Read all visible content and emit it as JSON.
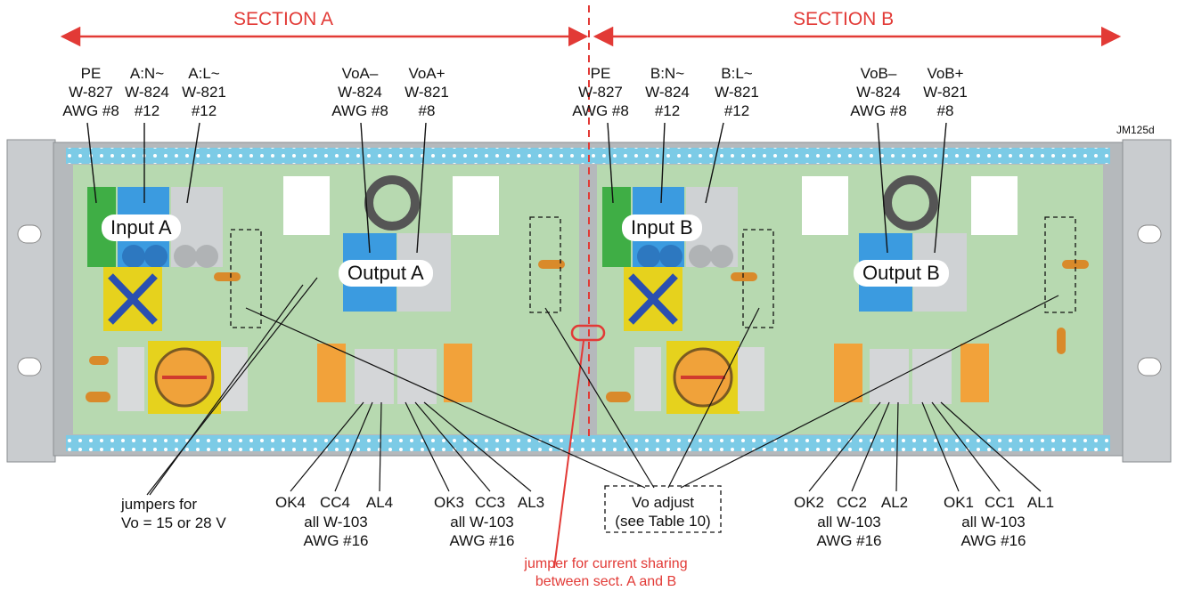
{
  "diagram": {
    "sections": {
      "a": "SECTION A",
      "b": "SECTION B"
    },
    "drawing_id": "JM125d",
    "top_labels": [
      {
        "id": "pe-a",
        "text": "PE\nW-827\nAWG #8"
      },
      {
        "id": "an-a",
        "text": "A:N~\nW-824\n#12"
      },
      {
        "id": "al-a",
        "text": "A:L~\nW-821\n#12"
      },
      {
        "id": "vom-a",
        "text": "VoA–\nW-824\nAWG #8"
      },
      {
        "id": "vop-a",
        "text": "VoA+\nW-821\n#8"
      },
      {
        "id": "pe-b",
        "text": "PE\nW-827\nAWG #8"
      },
      {
        "id": "bn-b",
        "text": "B:N~\nW-824\n#12"
      },
      {
        "id": "bl-b",
        "text": "B:L~\nW-821\n#12"
      },
      {
        "id": "vom-b",
        "text": "VoB–\nW-824\nAWG #8"
      },
      {
        "id": "vop-b",
        "text": "VoB+\nW-821\n#8"
      }
    ],
    "board_labels": {
      "input_a": "Input A",
      "output_a": "Output A",
      "input_b": "Input B",
      "output_b": "Output B"
    },
    "bottom_labels": [
      {
        "id": "jumpers",
        "text": "jumpers for\nVo = 15 or 28 V"
      },
      {
        "id": "ok4",
        "text": "OK4"
      },
      {
        "id": "cc4",
        "text": "CC4"
      },
      {
        "id": "al4",
        "text": "AL4"
      },
      {
        "id": "grp4",
        "text": "all W-103\nAWG #16"
      },
      {
        "id": "ok3",
        "text": "OK3"
      },
      {
        "id": "cc3",
        "text": "CC3"
      },
      {
        "id": "al3",
        "text": "AL3"
      },
      {
        "id": "grp3",
        "text": "all W-103\nAWG #16"
      },
      {
        "id": "vo-adjust",
        "text": "Vo adjust\n(see Table 10)"
      },
      {
        "id": "ok2",
        "text": "OK2"
      },
      {
        "id": "cc2",
        "text": "CC2"
      },
      {
        "id": "al2",
        "text": "AL2"
      },
      {
        "id": "grp2",
        "text": "all W-103\nAWG #16"
      },
      {
        "id": "ok1",
        "text": "OK1"
      },
      {
        "id": "cc1",
        "text": "CC1"
      },
      {
        "id": "al1",
        "text": "AL1"
      },
      {
        "id": "grp1",
        "text": "all W-103\nAWG #16"
      }
    ],
    "jumper_note": "jumper for current sharing\nbetween sect. A and B",
    "colors": {
      "accent_red": "#e23a36",
      "board_green": "#b7d9b0",
      "rail_blue": "#7ccbe6",
      "terminal_blue": "#3b9be0",
      "chassis_gray": "#c9cccf"
    }
  }
}
